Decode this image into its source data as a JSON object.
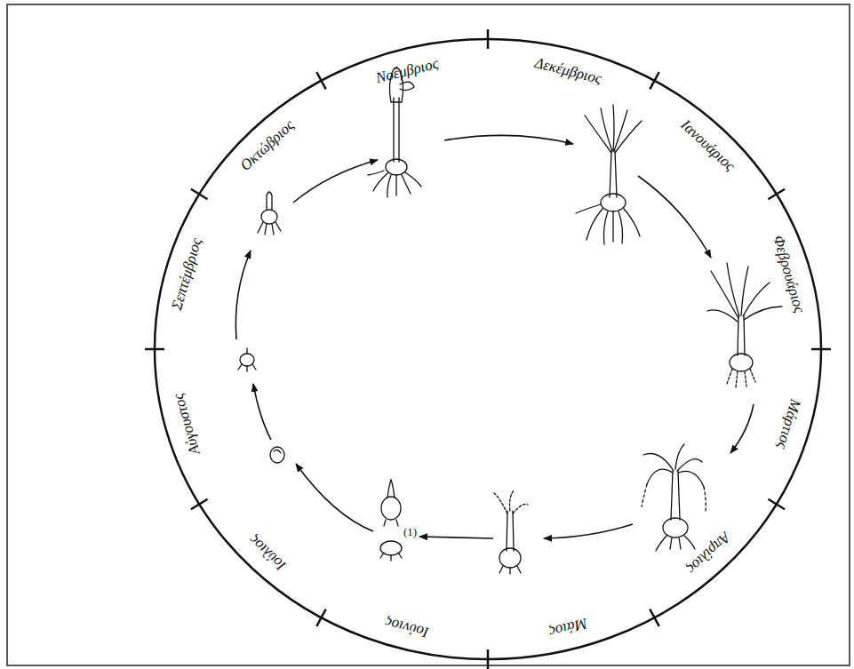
{
  "diagram": {
    "labels": [
      "Νοέμβριος",
      "Δεκέμβριος",
      "Ιανουάριος",
      "Φεβρουάριος",
      "Μάρτιος",
      "Απρίλιος",
      "Μάιος",
      "Ιούνιος",
      "Ιούλιος",
      "Αύγουστος",
      "Σεπτέμβριος",
      "Οκτώβριος",
      "(1)"
    ]
  }
}
